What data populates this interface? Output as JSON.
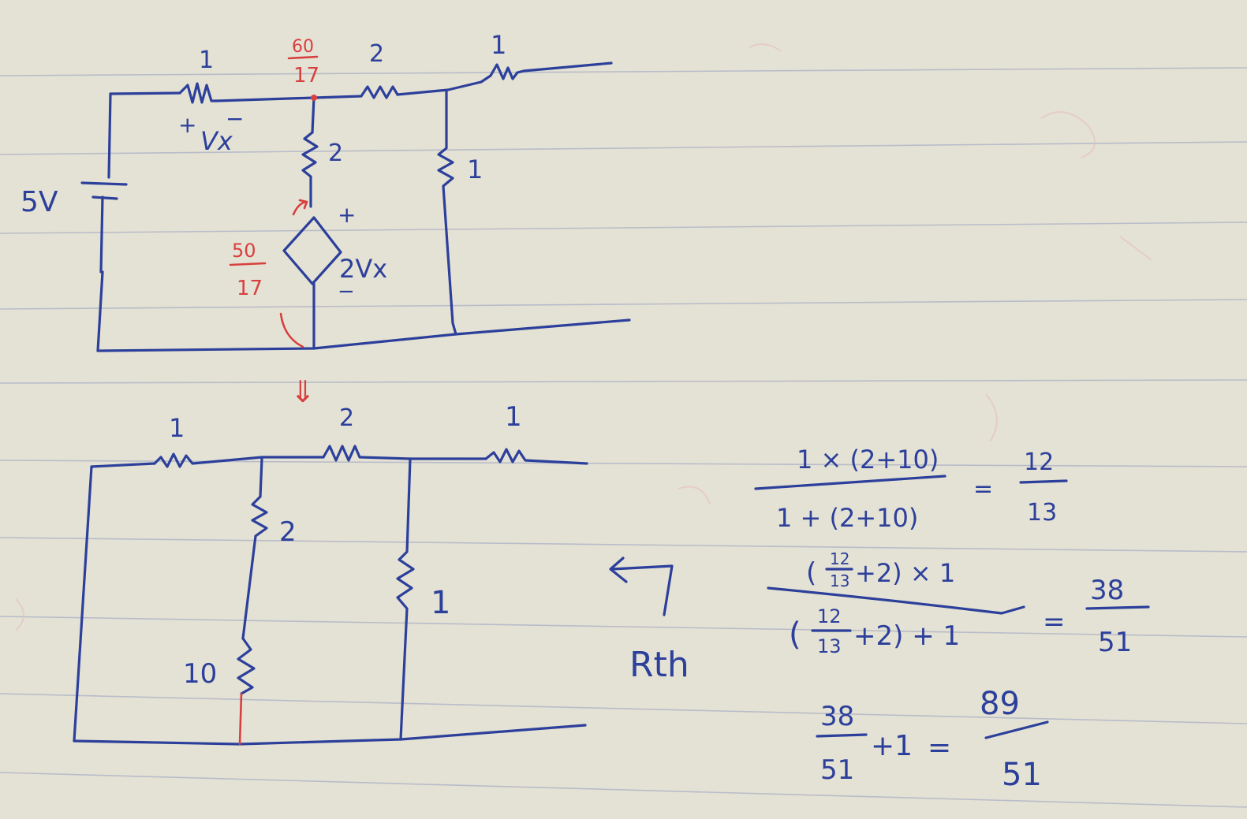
{
  "top_circuit": {
    "source_label": "5V",
    "r_series_label": "1",
    "vx_plus": "+",
    "vx_label": "Vx",
    "vx_minus": "−",
    "node_voltage_num": "60",
    "node_voltage_den": "17",
    "r_top_label": "2",
    "r_out_label": "1",
    "r_branch_label": "2",
    "r_shunt_label": "1",
    "dep_plus": "+",
    "dep_label": "2Vx",
    "dep_minus": "−",
    "dep_current_num": "50",
    "dep_current_den": "17"
  },
  "transform_arrow": "⇓",
  "bottom_circuit": {
    "r_left_label": "1",
    "r_mid_label": "2",
    "r_right_label": "1",
    "r_branch_label": "2",
    "r_shunt_label": "1",
    "r_eq_label": "10"
  },
  "rth_label": "Rth",
  "calc": {
    "line1_num": "1 × (2+10)",
    "line1_den": "1 + (2+10)",
    "line1_eq": "=",
    "line1_res_num": "12",
    "line1_res_den": "13",
    "line2_num_pre": "(",
    "line2_num_frac_num": "12",
    "line2_num_frac_den": "13",
    "line2_num_post": "+2) × 1",
    "line2_den_pre": "(",
    "line2_den_frac_num": "12",
    "line2_den_frac_den": "13",
    "line2_den_post": "+2) + 1",
    "line2_eq": "=",
    "line2_res_num": "38",
    "line2_res_den": "51",
    "line3_frac_num": "38",
    "line3_frac_den": "51",
    "line3_plus": "+1",
    "line3_eq": "=",
    "line3_res_num": "89",
    "line3_res_den": "51"
  }
}
